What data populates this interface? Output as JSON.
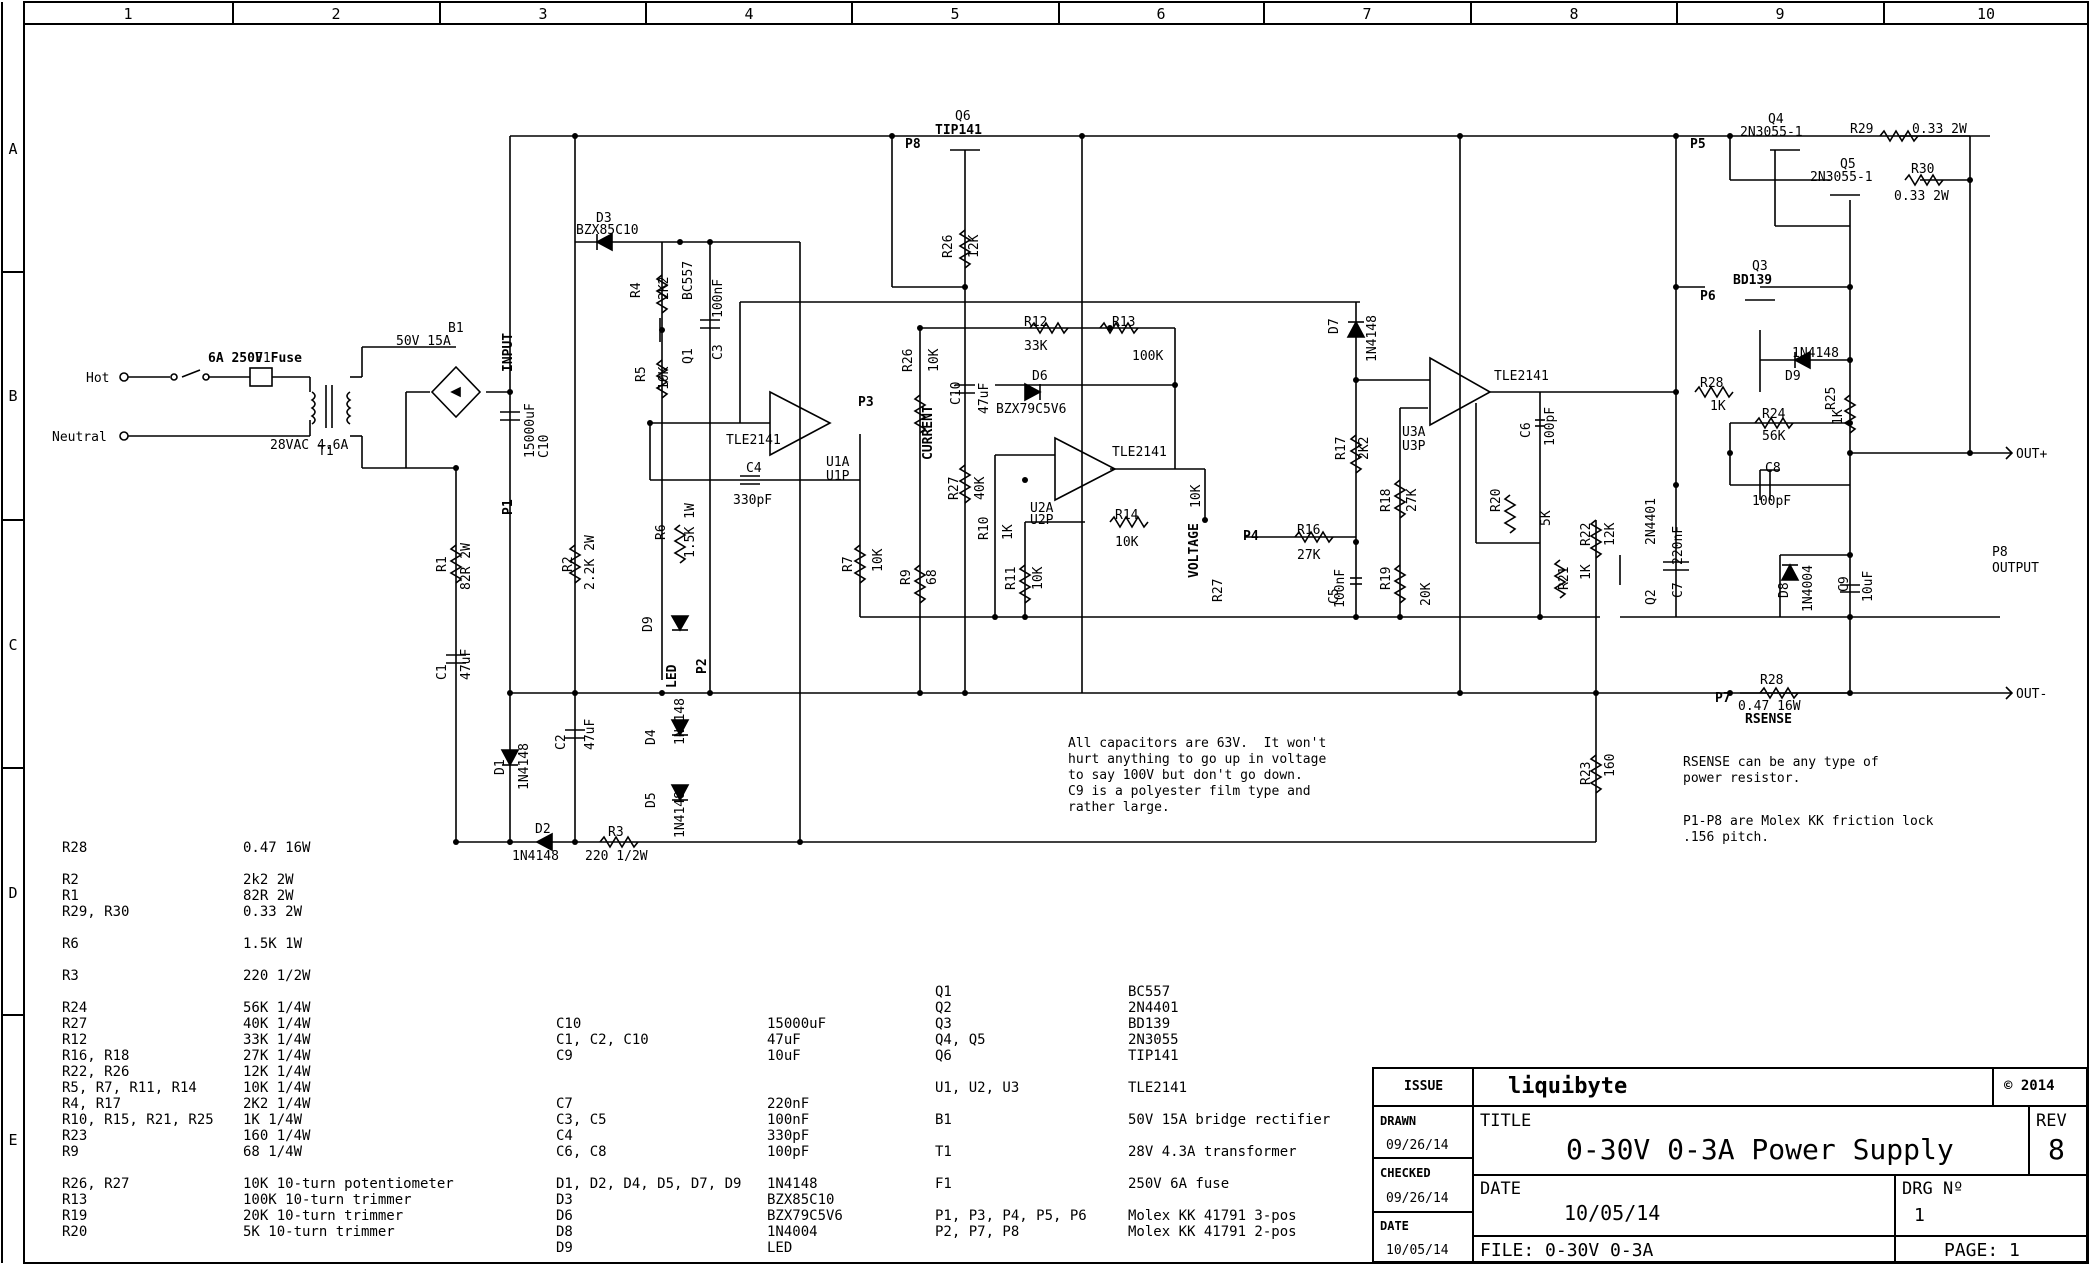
{
  "frame": {
    "col_labels": [
      "1",
      "2",
      "3",
      "4",
      "5",
      "6",
      "7",
      "8",
      "9",
      "10"
    ],
    "row_labels": [
      "A",
      "B",
      "C",
      "D",
      "E"
    ]
  },
  "nets": {
    "hot": "Hot",
    "neutral": "Neutral",
    "out_plus": "OUT+",
    "out_minus": "OUT-",
    "p8_output": "P8\nOUTPUT",
    "input": "INPUT",
    "current": "CURRENT",
    "voltage": "VOLTAGE",
    "led": "LED",
    "rsense": "RSENSE"
  },
  "components": {
    "f1": "F1",
    "fuse_rating": "6A 250V Fuse",
    "b1": "B1",
    "b1_val": "50V 15A",
    "t1": "T1",
    "t1_val": "28VAC 4.6A",
    "c10": "C10",
    "c10_val": "15000uF",
    "p1": "P1",
    "r1": "R1",
    "r1_val": "82R 2W",
    "c1": "C1",
    "c1_val": "47uF",
    "d1": "D1",
    "d1_val": "1N4148",
    "d2": "D2",
    "d2_val": "1N4148",
    "r2": "R2",
    "r2_val": "2.2K 2W",
    "c2": "C2",
    "c2_val": "47uF",
    "r3": "R3",
    "r3_val": "220 1/2W",
    "d3": "D3",
    "d3_val": "BZX85C10",
    "r4": "R4",
    "r4_val": "2K2",
    "q1": "Q1",
    "q1_val": "BC557",
    "c3": "C3",
    "c3_val": "100nF",
    "r5": "R5",
    "r5_val": "10K",
    "r6": "R6",
    "r6_val": "1.5K 1W",
    "d9": "D9",
    "p2": "P2",
    "d4": "D4",
    "d4_val": "1N4148",
    "d5": "D5",
    "d5_val": "1N4148",
    "u1": "TLE2141",
    "u1a": "U1A",
    "u1p": "U1P",
    "c4": "C4",
    "c4_val": "330pF",
    "p3": "P3",
    "r7": "R7",
    "r7_val": "10K",
    "q6": "Q6",
    "q6_val": "TIP141",
    "p8": "P8",
    "r26": "R26",
    "r26_val": "12K",
    "r12": "R12",
    "r12_val": "33K",
    "r13": "R13",
    "r13_val": "100K",
    "r26b": "R26",
    "r26b_val": "10K",
    "c10b": "C10",
    "c10b_val": "47uF",
    "d6": "D6",
    "d6_val": "BZX79C5V6",
    "u2": "TLE2141",
    "u2a": "U2A",
    "u2p": "U2P",
    "r27": "R27",
    "r27_val": "40K",
    "r9": "R9",
    "r9_val": "68",
    "r10": "R10",
    "r10_val": "1K",
    "r11": "R11",
    "r11_val": "10K",
    "r14": "R14",
    "r14_val": "10K",
    "r27b": "R27",
    "r27b_val": "10K",
    "p4": "P4",
    "r16": "R16",
    "r16_val": "27K",
    "c5": "C5",
    "c5_val": "100nF",
    "d7": "D7",
    "d7_val": "1N4148",
    "r17": "R17",
    "r17_val": "2K2",
    "u3": "TLE2141",
    "u3a": "U3A",
    "u3p": "U3P",
    "r18": "R18",
    "r18_val": "27K",
    "r19": "R19",
    "r19_val": "20K",
    "r20": "R20",
    "r20_val": "5K",
    "c6": "C6",
    "c6_val": "100pF",
    "r22": "R22",
    "r22_val": "12K",
    "q2": "Q2",
    "q2_val": "2N4401",
    "c7": "C7",
    "c7_val": "220nF",
    "r21": "R21",
    "r21_val": "1K",
    "r23": "R23",
    "r23_val": "160",
    "q4": "Q4",
    "q4_val": "2N3055-1",
    "q5": "Q5",
    "q5_val": "2N3055-1",
    "r29": "R29",
    "r29_val": "0.33 2W",
    "r30": "R30",
    "r30_val": "0.33 2W",
    "q3": "Q3",
    "q3_val": "BD139",
    "p6": "P6",
    "d9b": "D9",
    "d9b_val": "1N4148",
    "r28b": "R28",
    "r28b_val": "1K",
    "r24": "R24",
    "r24_val": "56K",
    "r25": "R25",
    "r25_val": "1K",
    "c8": "C8",
    "c8_val": "100pF",
    "d8": "D8",
    "d8_val": "1N4004",
    "c9": "C9",
    "c9_val": "10uF",
    "p7": "P7",
    "r28": "R28",
    "r28_val": "0.47 16W"
  },
  "notes": {
    "caps": "All capacitors are 63V.  It won't\nhurt anything to go up in voltage\nto say 100V but don't go down.\nC9 is a polyester film type and\nrather large.",
    "rsense": "RSENSE can be any type of\npower resistor.",
    "molex": "P1-P8 are Molex KK friction lock\n.156 pitch."
  },
  "bom": {
    "col1_refs": [
      "R28",
      "",
      "R2",
      "R1",
      "R29, R30",
      "",
      "R6",
      "",
      "R3",
      "",
      "R24",
      "R27",
      "R12",
      "R16, R18",
      "R22, R26",
      "R5, R7, R11, R14",
      "R4, R17",
      "R10, R15, R21, R25",
      "R23",
      "R9",
      "",
      "R26, R27",
      "R13",
      "R19",
      "R20"
    ],
    "col1_vals": [
      "0.47 16W",
      "",
      "2k2 2W",
      "82R 2W",
      "0.33 2W",
      "",
      "1.5K 1W",
      "",
      "220 1/2W",
      "",
      "56K 1/4W",
      "40K 1/4W",
      "33K 1/4W",
      "27K 1/4W",
      "12K 1/4W",
      "10K 1/4W",
      "2K2 1/4W",
      "1K 1/4W",
      "160 1/4W",
      "68 1/4W",
      "",
      "10K 10-turn potentiometer",
      "100K 10-turn trimmer",
      "20K 10-turn trimmer",
      "5K 10-turn trimmer"
    ],
    "col2_refs": [
      "C10",
      "C1, C2, C10",
      "C9",
      "",
      "",
      "C7",
      "C3, C5",
      "C4",
      "C6, C8",
      "",
      "D1, D2, D4, D5, D7, D9",
      "D3",
      "D6",
      "D8",
      "D9"
    ],
    "col2_vals": [
      "15000uF",
      "47uF",
      "10uF",
      "",
      "",
      "220nF",
      "100nF",
      "330pF",
      "100pF",
      "",
      "1N4148",
      "BZX85C10",
      "BZX79C5V6",
      "1N4004",
      "LED"
    ],
    "col3_refs": [
      "Q1",
      "Q2",
      "Q3",
      "Q4, Q5",
      "Q6",
      "",
      "U1, U2, U3",
      "",
      "B1",
      "",
      "T1",
      "",
      "F1",
      "",
      "P1, P3, P4, P5, P6",
      "P2, P7, P8"
    ],
    "col3_vals": [
      "BC557",
      "2N4401",
      "BD139",
      "2N3055",
      "TIP141",
      "",
      "TLE2141",
      "",
      "50V 15A bridge rectifier",
      "",
      "28V 4.3A transformer",
      "",
      "250V 6A fuse",
      "",
      "Molex KK 41791 3-pos",
      "Molex KK 41791 2-pos"
    ]
  },
  "title_block": {
    "issue_label": "ISSUE",
    "company": "liquibyte",
    "copyright": "© 2014",
    "drawn_label": "DRAWN",
    "drawn_date": "09/26/14",
    "checked_label": "CHECKED",
    "checked_date": "09/26/14",
    "date_label": "DATE",
    "date_value": "10/05/14",
    "title_label": "TITLE",
    "title": "0-30V 0-3A Power Supply",
    "rev_label": "REV",
    "rev": "8",
    "main_date_label": "DATE",
    "main_date": "10/05/14",
    "drg_label": "DRG Nº",
    "drg": "1",
    "file": "FILE: 0-30V 0-3A",
    "page": "PAGE: 1"
  }
}
